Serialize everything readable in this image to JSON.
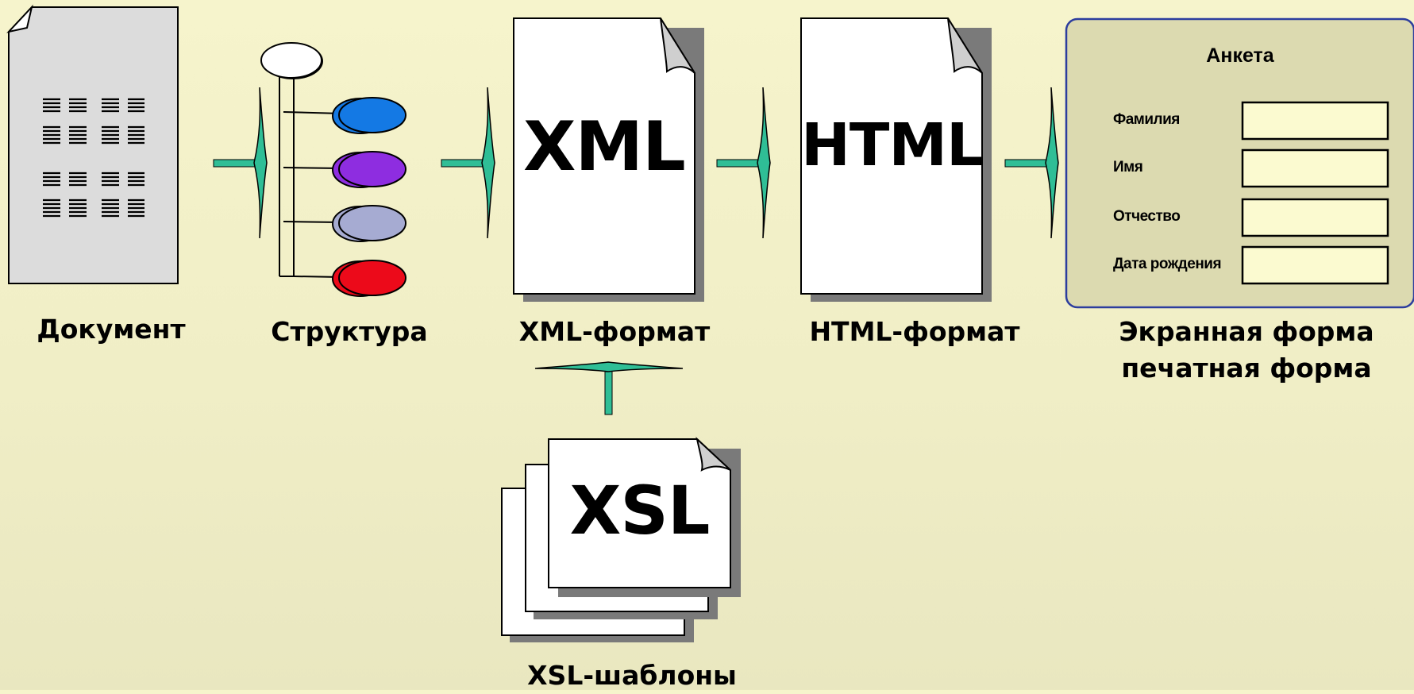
{
  "stages": {
    "document": "Документ",
    "structure": "Структура",
    "xml": "XML-формат",
    "html": "HTML-формат",
    "screen_form_line1": "Экранная форма",
    "screen_form_line2": "печатная форма",
    "xsl": "XSL-шаблоны"
  },
  "icons": {
    "xml_word": "XML",
    "html_word": "HTML",
    "xsl_word": "XSL"
  },
  "form": {
    "title": "Анкета",
    "fields": [
      "Фамилия",
      "Имя",
      "Отчество",
      "Дата рождения"
    ]
  },
  "colors": {
    "background": "#f3f1c9",
    "arrow": "#2fbe96",
    "node_blue": "#1479e4",
    "node_purple": "#8e2de0",
    "node_lavender": "#a6abd2",
    "node_red": "#ec0a1a",
    "form_panel": "#dcdab0",
    "form_border": "#2c3d9e",
    "field_fill": "#fbfad0"
  }
}
